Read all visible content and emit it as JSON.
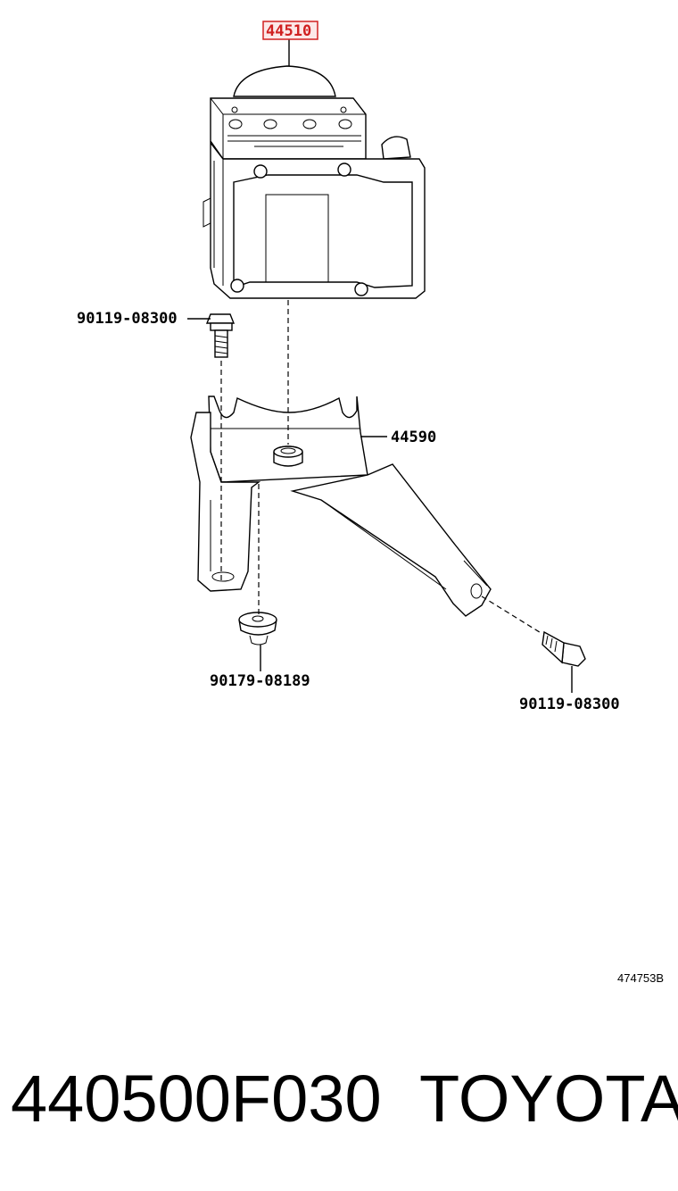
{
  "parts": {
    "abs_actuator": "44510",
    "bracket": "44590",
    "bolt_upper": "90119-08300",
    "bolt_lower": "90119-08300",
    "cushion": "90179-08189"
  },
  "illustration_ref": "474753B",
  "footer": {
    "part_number": "440500F030",
    "brand": "TOYOTA"
  },
  "colors": {
    "highlight": "#d02020",
    "highlight_fill": "#fce8e8",
    "line": "#000000"
  }
}
